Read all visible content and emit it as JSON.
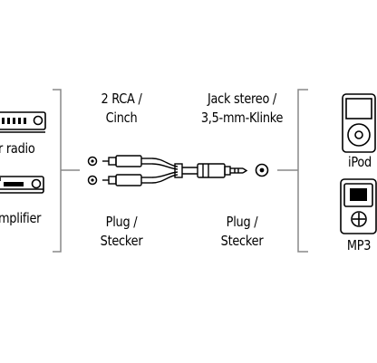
{
  "left_devices": {
    "top_label": "r radio",
    "bottom_label": "mplifier"
  },
  "rca_end": {
    "title_line1": "2 RCA /",
    "title_line2": "Cinch",
    "type_line1": "Plug /",
    "type_line2": "Stecker"
  },
  "jack_end": {
    "title_line1": "Jack stereo /",
    "title_line2": "3,5-mm-Klinke",
    "type_line1": "Plug /",
    "type_line2": "Stecker"
  },
  "right_devices": {
    "top_label": "iPod",
    "bottom_label": "MP3"
  },
  "icons": [
    "radio-receiver-icon",
    "amplifier-icon",
    "rca-plug-icon",
    "jack-plug-icon",
    "ipod-icon",
    "mp3-player-icon"
  ],
  "colors": {
    "line": "#000000",
    "bracket": "#888888",
    "background": "#ffffff"
  }
}
